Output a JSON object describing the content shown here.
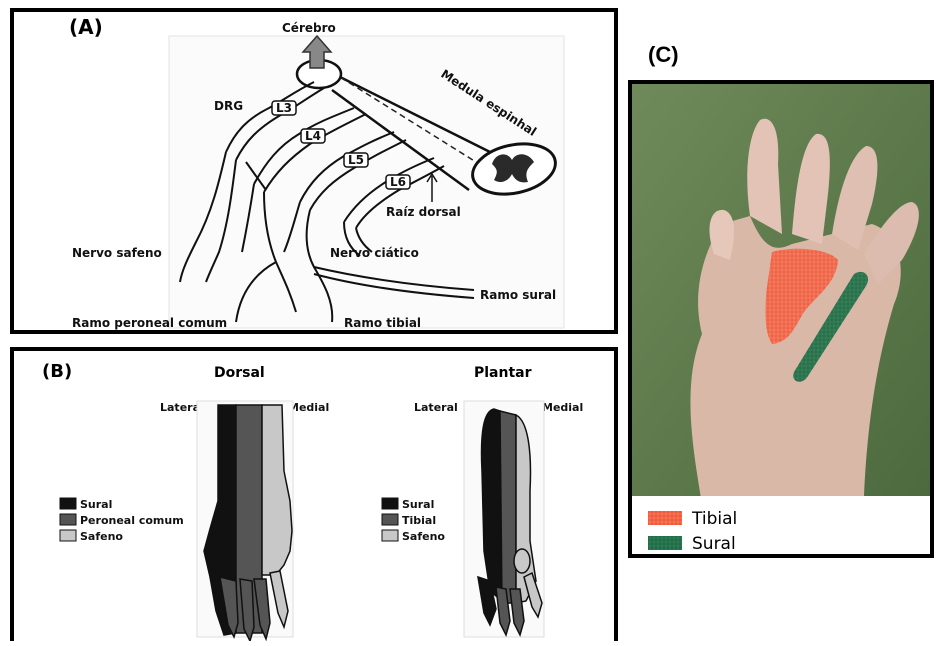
{
  "panel_a": {
    "label": "(A)",
    "brain": "Cérebro",
    "spinal_cord": "Medula espinhal",
    "drg": "DRG",
    "levels": [
      "L3",
      "L4",
      "L5",
      "L6"
    ],
    "dorsal_root": "Raíz dorsal",
    "saphenous": "Nervo safeno",
    "sciatic": "Nervo ciático",
    "sural_branch": "Ramo sural",
    "peroneal_branch": "Ramo peroneal comum",
    "tibial_branch": "Ramo tibial"
  },
  "panel_b": {
    "label": "(B)",
    "dorsal": {
      "title": "Dorsal",
      "lateral": "Lateral",
      "medial": "Medial",
      "legend": [
        {
          "label": "Sural",
          "color": "#111111"
        },
        {
          "label": "Peroneal comum",
          "color": "#555555"
        },
        {
          "label": "Safeno",
          "color": "#c8c8c8"
        }
      ]
    },
    "plantar": {
      "title": "Plantar",
      "lateral": "Lateral",
      "medial": "Medial",
      "legend": [
        {
          "label": "Sural",
          "color": "#111111"
        },
        {
          "label": "Tibial",
          "color": "#555555"
        },
        {
          "label": "Safeno",
          "color": "#c8c8c8"
        }
      ]
    }
  },
  "panel_c": {
    "label": "(C)",
    "legend": [
      {
        "label": "Tibial",
        "color": "#f05a3c"
      },
      {
        "label": "Sural",
        "color": "#1f6b45"
      }
    ]
  }
}
